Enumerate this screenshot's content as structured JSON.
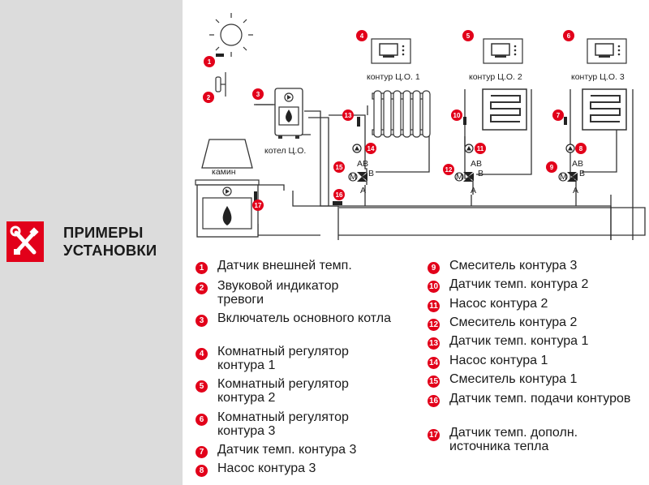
{
  "sidebar": {
    "title_line1": "ПРИМЕРЫ",
    "title_line2": "УСТАНОВКИ",
    "icon": "tools-icon"
  },
  "diagram": {
    "boiler_label": "котел Ц.О.",
    "fireplace_label": "камин",
    "circuit1_label": "контур Ц.О. 1",
    "circuit2_label": "контур Ц.О. 2",
    "circuit3_label": "контур Ц.О. 3",
    "port_ab": "AB",
    "port_b": "B",
    "port_a": "A",
    "mixer_m": "M",
    "markers": [
      "1",
      "2",
      "3",
      "4",
      "5",
      "6",
      "7",
      "8",
      "9",
      "10",
      "11",
      "12",
      "13",
      "14",
      "15",
      "16",
      "17"
    ]
  },
  "legend": {
    "left": [
      {
        "num": "1",
        "text": "Датчик внешней темп."
      },
      {
        "num": "2",
        "text": "Звуковой индикатор тревоги"
      },
      {
        "num": "3",
        "text": "Включатель основного котла"
      },
      {
        "num": "4",
        "text": "Комнатный регулятор контура 1"
      },
      {
        "num": "5",
        "text": "Комнатный регулятор контура 2"
      },
      {
        "num": "6",
        "text": "Комнатный регулятор контура 3"
      },
      {
        "num": "7",
        "text": "Датчик темп. контура 3"
      },
      {
        "num": "8",
        "text": "Насос контура 3"
      }
    ],
    "right": [
      {
        "num": "9",
        "text": "Смеситель контура 3"
      },
      {
        "num": "10",
        "text": "Датчик темп. контура 2"
      },
      {
        "num": "11",
        "text": "Насос контура 2"
      },
      {
        "num": "12",
        "text": "Смеситель контура 2"
      },
      {
        "num": "13",
        "text": "Датчик темп. контура 1"
      },
      {
        "num": "14",
        "text": "Насос контура 1"
      },
      {
        "num": "15",
        "text": "Смеситель контура 1"
      },
      {
        "num": "16",
        "text": "Датчик темп. подачи контуров"
      },
      {
        "num": "17",
        "text": "Датчик темп. дополн. источника тепла"
      }
    ]
  }
}
